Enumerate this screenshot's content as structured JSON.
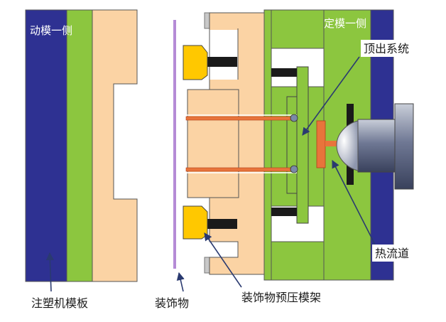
{
  "labels": {
    "moving_side": "动模一侧",
    "fixed_side": "定模一侧",
    "ejector_system": "顶出系统",
    "hot_runner": "热流道",
    "machine_platen": "注塑机模板",
    "decoration": "装饰物",
    "decoration_press_frame": "装饰物预压模架"
  },
  "colors": {
    "navy": "#2e3192",
    "green": "#8cc63f",
    "peach": "#fbd3a4",
    "yellow": "#ffc800",
    "black": "#1a1a1a",
    "gray": "#c8c8c8",
    "lilac": "#b58bd6",
    "red": "#e8743b",
    "nozzle": "#6f7894",
    "arrow": "#2a3a70",
    "outline": "#555555"
  },
  "icons": {
    "pointer_arrow": "arrow-icon",
    "nozzle": "nozzle-icon"
  }
}
